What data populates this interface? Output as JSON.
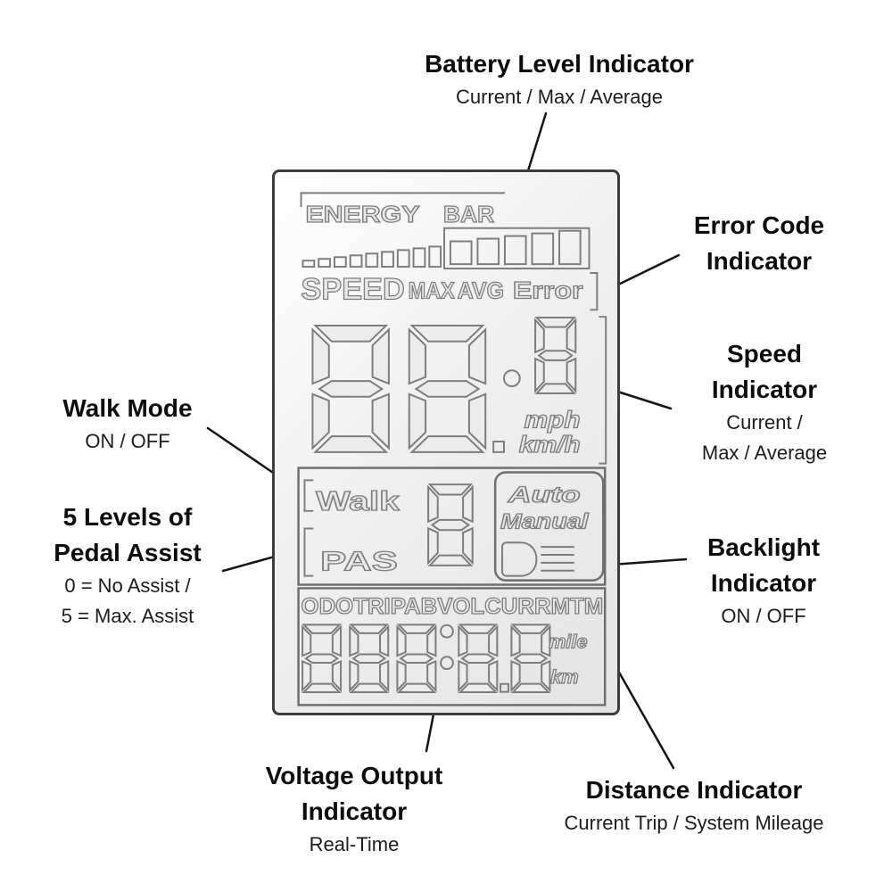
{
  "colors": {
    "leader_line": "#141414",
    "lcd_border": "#3d3d3d",
    "lcd_ink": "#7d7d7d",
    "background": "#ffffff"
  },
  "annotations": {
    "battery": {
      "title": "Battery Level Indicator",
      "subtitle": "Current / Max / Average"
    },
    "error": {
      "line1": "Error Code",
      "line2": "Indicator"
    },
    "speed": {
      "line1": "Speed",
      "line2": "Indicator",
      "sub1": "Current /",
      "sub2": "Max / Average"
    },
    "walk": {
      "title": "Walk Mode",
      "subtitle": "ON / OFF"
    },
    "pas": {
      "line1": "5 Levels of",
      "line2": "Pedal Assist",
      "sub1": "0 = No Assist /",
      "sub2": "5 = Max. Assist"
    },
    "backlight": {
      "line1": "Backlight",
      "line2": "Indicator",
      "subtitle": "ON / OFF"
    },
    "voltage": {
      "line1": "Voltage Output",
      "line2": "Indicator",
      "subtitle": "Real-Time"
    },
    "distance": {
      "title": "Distance Indicator",
      "subtitle": "Current Trip / System Mileage"
    }
  },
  "lcd": {
    "energy_label": "ENERGY",
    "bar_label": "BAR",
    "speed_label": "SPEED",
    "max_label": "MAX",
    "avg_label": "AVG",
    "error_label": "Error",
    "mph_label": "mph",
    "kmh_label": "km/h",
    "walk_label": "Walk",
    "pas_label": "PAS",
    "auto_label": "Auto",
    "manual_label": "Manual",
    "odo_row_label": "ODOTRIPABVOLCURRMTM",
    "mile_label": "mile",
    "km_label": "km"
  }
}
